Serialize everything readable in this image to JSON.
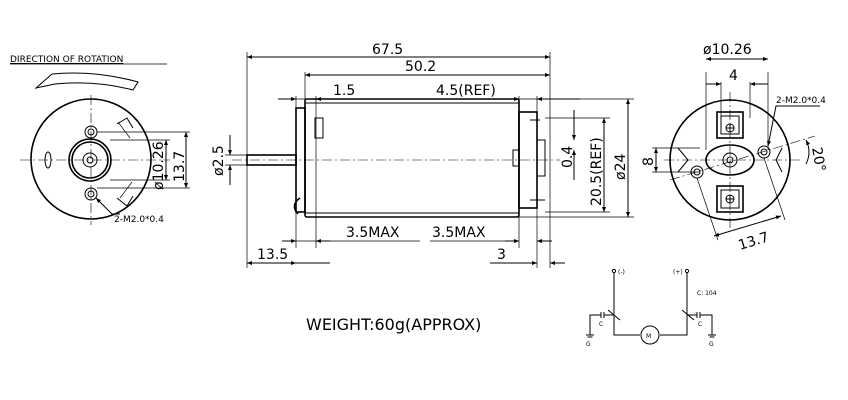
{
  "title": "DIRECTION OF ROTATION",
  "weight": "WEIGHT:60g(APPROX)",
  "dimensions": {
    "overall_length": "67.5",
    "body_length": "50.2",
    "bearing_boss": "1.5",
    "ref_45": "4.5(REF)",
    "shaft_diameter": "ø2.5",
    "gap_04": "0.4",
    "ref_205": "20.5(REF)",
    "body_diameter": "ø24",
    "max_left": "3.5MAX",
    "max_right": "3.5MAX",
    "shaft_length": "13.5",
    "terminal_3": "3",
    "front_boss_dia": "ø10.26",
    "front_pcd": "13.7",
    "front_holes": "2-M2.0*0.4",
    "rear_boss_dia": "ø10.26",
    "rear_width_4": "4",
    "rear_holes": "2-M2.0*0.4",
    "rear_height_8": "8",
    "rear_angle": "20°",
    "rear_pcd": "13.7"
  },
  "schematic": {
    "negative": "(-)",
    "positive": "(+)",
    "cap_value": "C: 104",
    "cap_left": "C",
    "cap_right": "C",
    "ground_left": "G",
    "ground_right": "G",
    "motor": "M"
  }
}
